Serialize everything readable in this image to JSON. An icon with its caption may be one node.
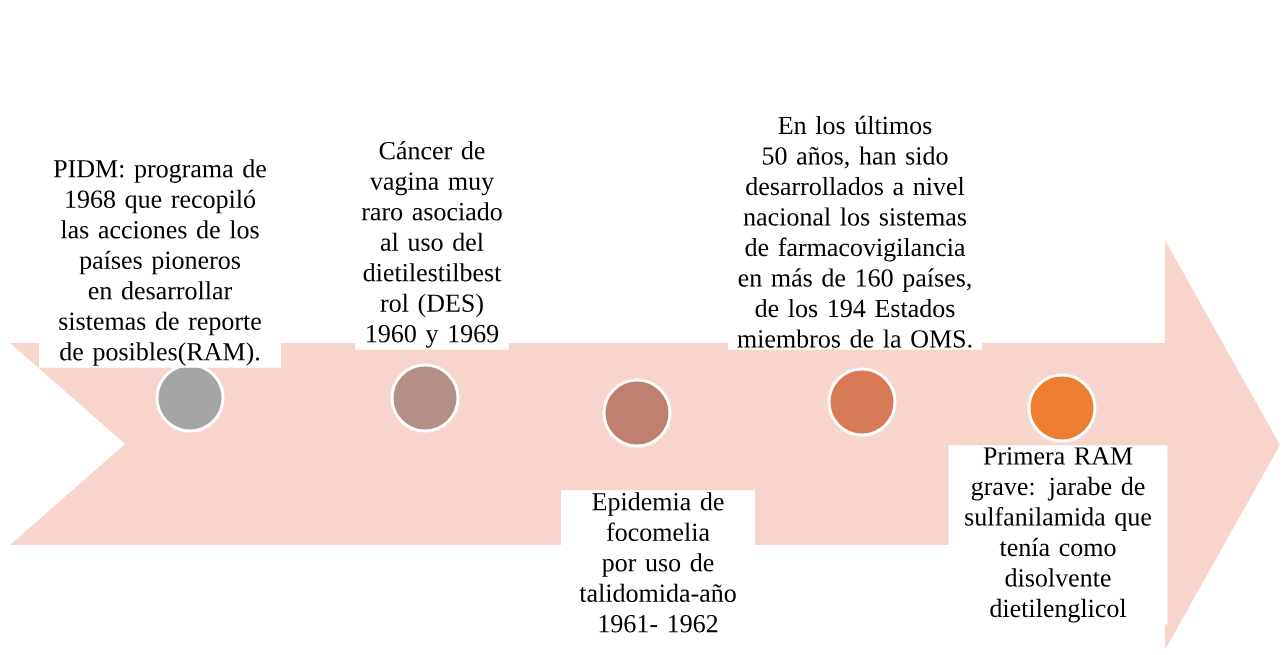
{
  "diagram": {
    "nodes": [
      {
        "text": [],
        "shape": "circle",
        "beside": [
          "PIDM: programa de 1968 que recopiló las acciones de los países pioneros en desarrollar sistemas de reporte de posibles(RAM)."
        ]
      },
      {
        "text": [],
        "shape": "circle",
        "beside": [
          "Cáncer de vagina muy raro asociado al uso del dietilestilbest rol (DES) 1960 y 1969"
        ]
      },
      {
        "text": [],
        "shape": "circle",
        "beside": [
          "Epidemia de focomelia por uso de talidomida-año 1961- 1962"
        ]
      },
      {
        "text": [],
        "shape": "circle",
        "beside": [
          "En los últimos 50 años, han sido desarrollados a nivel nacional los sistemas de farmacovigilancia en más de 160 países, de los 194 Estados miembros de la OMS."
        ]
      },
      {
        "text": [],
        "shape": "circle",
        "beside": [
          "Primera RAM grave: jarabe de sulfanilamida que tenía como disolvente dietilenglicol"
        ]
      }
    ]
  }
}
